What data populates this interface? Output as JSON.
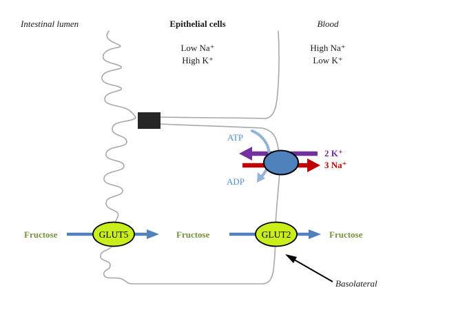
{
  "regions": {
    "lumen": "Intestinal lumen",
    "epithelium": "Epithelial cells",
    "blood": "Blood"
  },
  "concentrations": {
    "epithelium_line1": "Low Na⁺",
    "epithelium_line2": "High K⁺",
    "blood_line1": "High Na⁺",
    "blood_line2": "Low K⁺"
  },
  "pump": {
    "atp": "ATP",
    "adp": "ADP",
    "k_flux": "2 K⁺",
    "na_flux": "3 Na⁺"
  },
  "transporters": {
    "apical": "GLUT5",
    "basolateral": "GLUT2"
  },
  "fructose": {
    "lumen": "Fructose",
    "cytosol": "Fructose",
    "blood": "Fructose"
  },
  "annotations": {
    "basolateral": "Basolateral"
  },
  "colors": {
    "fructose_green": "#76923C",
    "arrow_blue": "#4F81BD",
    "pump_fill": "#4F81BD",
    "atp_text_blue": "#558ED5",
    "atp_arrow_blue": "#95B3D7",
    "k_purple": "#7030A0",
    "na_red": "#C00000",
    "glut_fill": "#C8EE1C",
    "membrane_gray": "#A8A8A8",
    "tight_junction": "#262626"
  }
}
